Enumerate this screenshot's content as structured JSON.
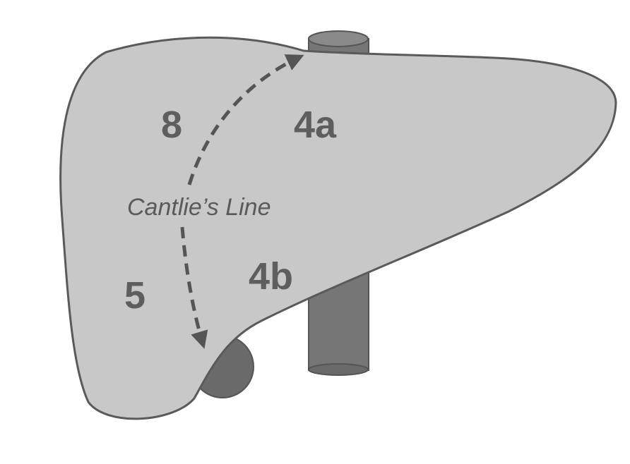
{
  "segments": {
    "seg8": "8",
    "seg4a": "4a",
    "seg5": "5",
    "seg4b": "4b"
  },
  "cantlie_label": "Cantlie’s Line",
  "colors": {
    "liver_fill": "#c8c8c8",
    "outline": "#5a5a5a",
    "ivc_fill": "#767676",
    "gallbladder_fill": "#6a6a6a",
    "label_text": "#5e5e5e",
    "arrow": "#555555"
  }
}
